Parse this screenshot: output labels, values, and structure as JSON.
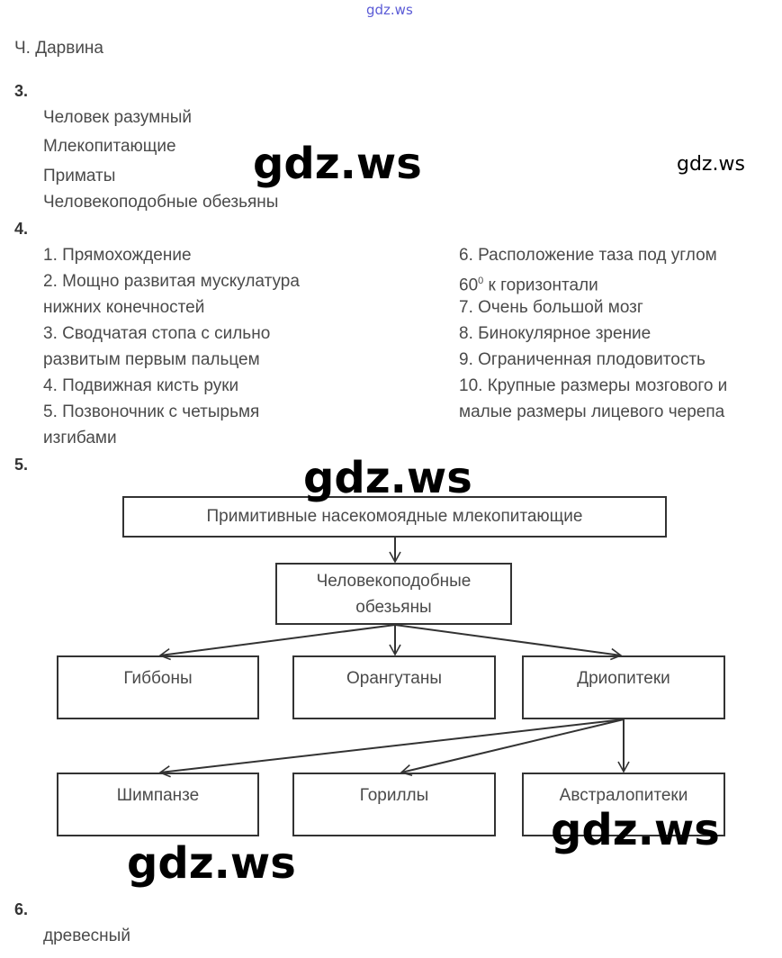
{
  "watermarks": [
    "gdz.ws",
    "gdz.ws",
    "gdz.ws",
    "gdz.ws",
    "gdz.ws",
    "gdz.ws"
  ],
  "intro": "Ч. Дарвина",
  "q3": {
    "num": "3.",
    "items": [
      "Человек разумный",
      "Млекопитающие",
      "Приматы",
      "Человекоподобные обезьяны"
    ]
  },
  "q4": {
    "num": "4.",
    "left": [
      "1. Прямохождение",
      "2. Мощно развитая мускулатура",
      "нижних конечностей",
      "3. Сводчатая стопа с сильно",
      "развитым первым пальцем",
      "4. Подвижная кисть руки",
      "5. Позвоночник с четырьмя",
      "изгибами"
    ],
    "right_6a": "6. Расположение таза под углом",
    "right_6b_num": "60",
    "right_6b_sup": "0",
    "right_6b_rest": " к горизонтали",
    "right": [
      "7. Очень большой мозг",
      "8. Бинокулярное зрение",
      "9. Ограниченная плодовитость",
      "10. Крупные размеры мозгового и",
      "малые размеры лицевого черепа"
    ]
  },
  "q5": {
    "num": "5.",
    "diagram": {
      "root": "Примитивные насекомоядные млекопитающие",
      "apes_1": "Человекоподобные",
      "apes_2": "обезьяны",
      "gibbons": "Гиббоны",
      "orangutans": "Орангутаны",
      "dryopithecus": "Дриопитеки",
      "chimps": "Шимпанзе",
      "gorillas": "Гориллы",
      "australopithecus": "Австралопитеки"
    }
  },
  "q6": {
    "num": "6.",
    "answer": "древесный"
  }
}
